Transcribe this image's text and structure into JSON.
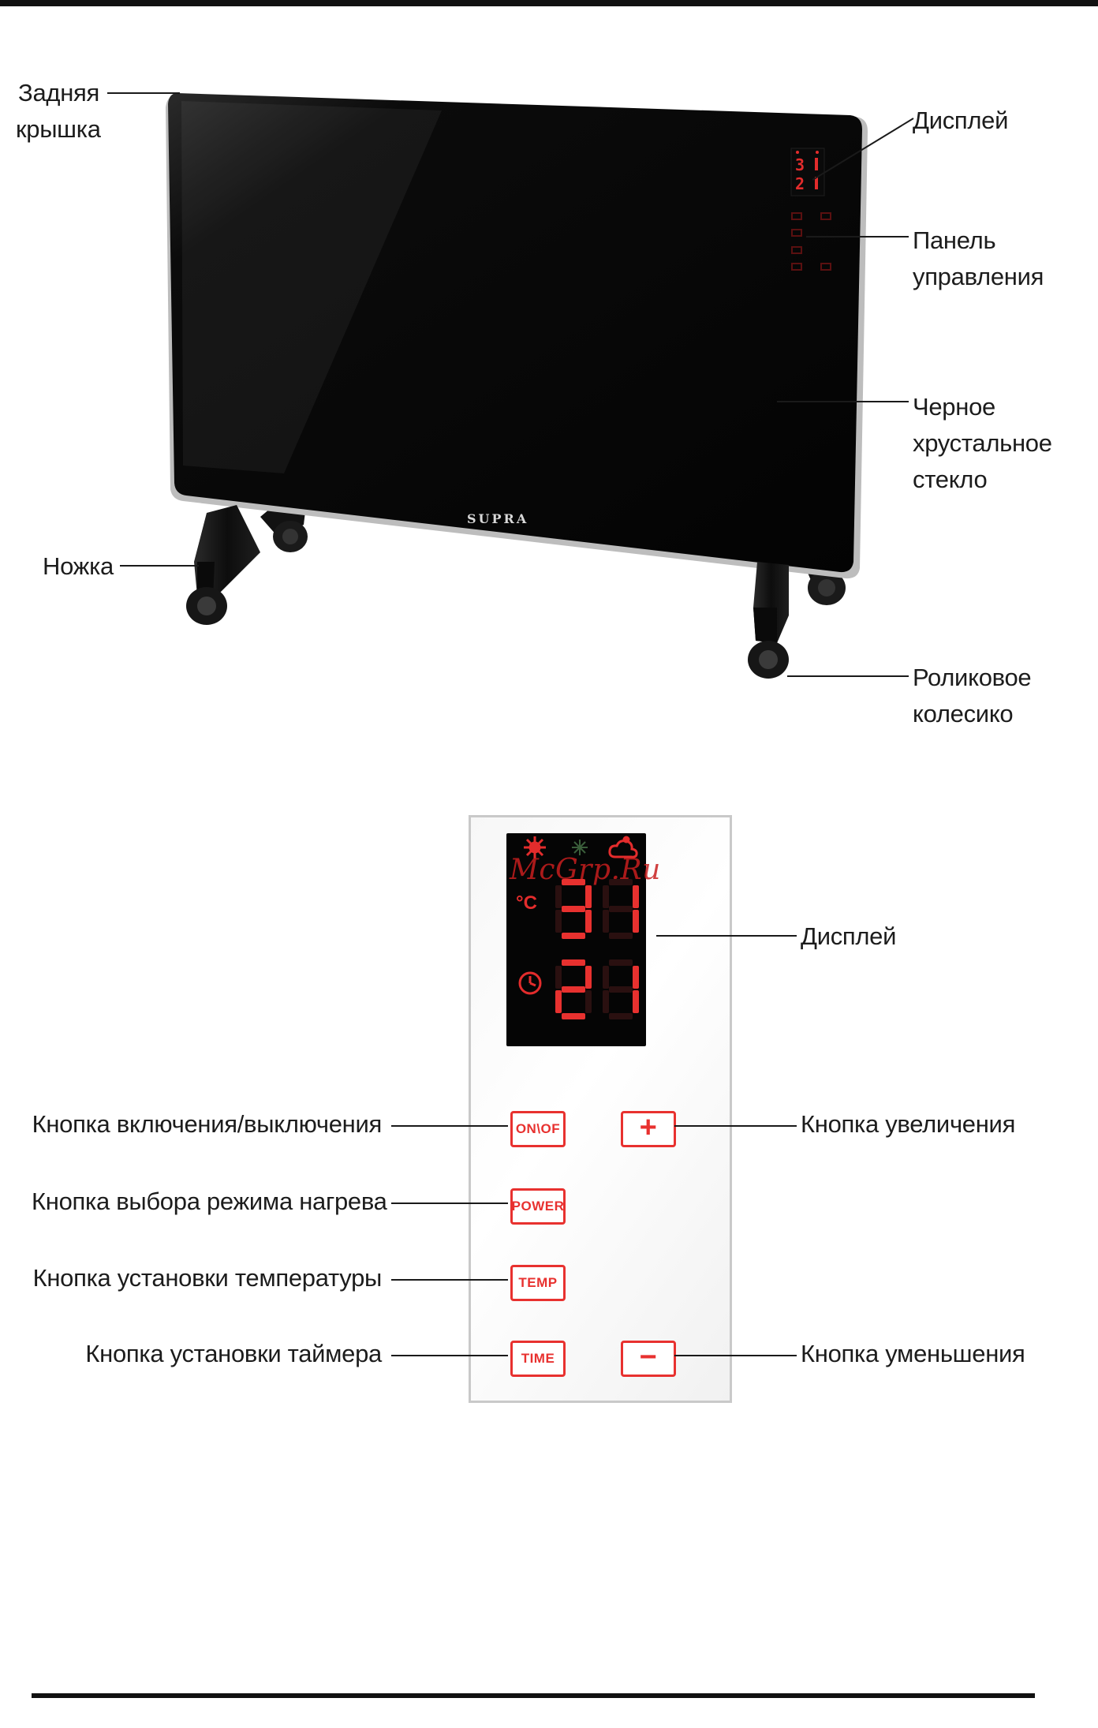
{
  "heater": {
    "brand": "SUPRA",
    "labels": {
      "back_cover": [
        "Задняя",
        "крышка"
      ],
      "display": [
        "Дисплей"
      ],
      "control_panel": [
        "Панель",
        "управления"
      ],
      "glass": [
        "Черное",
        "хрустальное",
        "стекло"
      ],
      "leg": [
        "Ножка"
      ],
      "caster": [
        "Роликовое",
        "колесико"
      ]
    }
  },
  "control_panel": {
    "watermark": "McGrp.Ru",
    "display": {
      "temperature": "31",
      "timer": "21",
      "unit": "°C"
    },
    "buttons": {
      "on_off": "ON\\OF",
      "power": "POWER",
      "temp": "TEMP",
      "time": "TIME",
      "plus": "+",
      "minus": "−"
    },
    "labels": {
      "display": "Дисплей",
      "on_off": "Кнопка включения/выключения",
      "power": "Кнопка выбора режима нагрева",
      "temp": "Кнопка установки температуры",
      "time": "Кнопка установки таймера",
      "plus": "Кнопка увеличения",
      "minus": "Кнопка уменьшения"
    }
  },
  "colors": {
    "accent_red": "#e8312f",
    "glass": "#050505",
    "leader": "#1a1a1a"
  }
}
